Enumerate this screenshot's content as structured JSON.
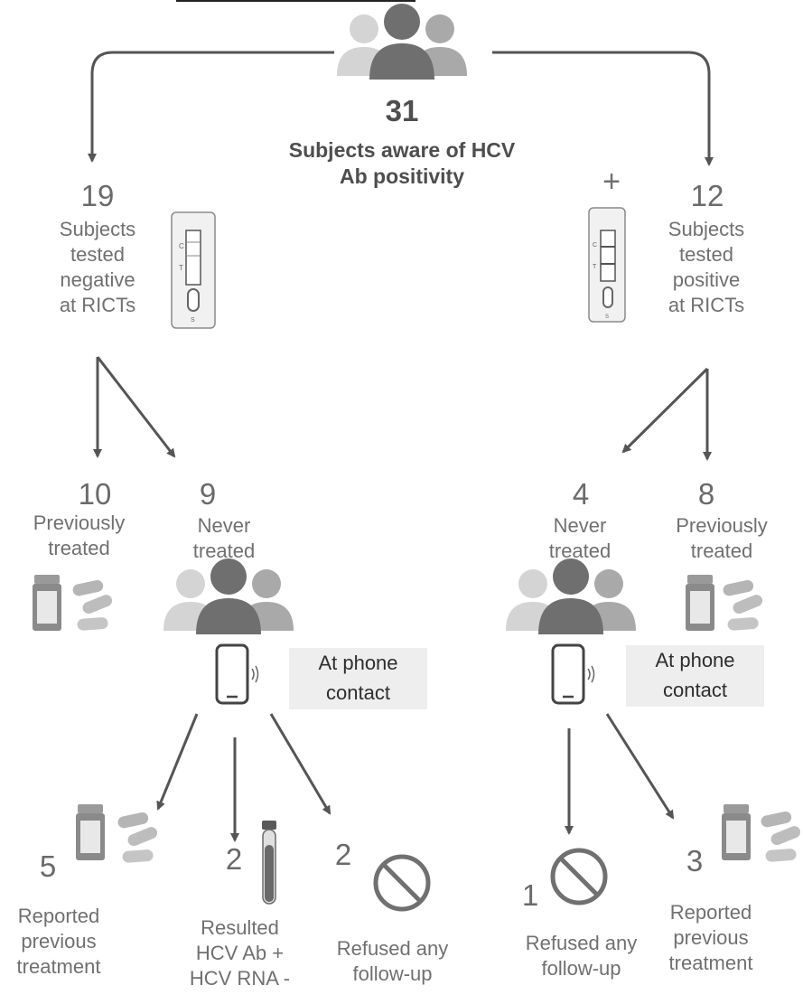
{
  "root": {
    "count": "31",
    "label_line1": "Subjects aware of HCV",
    "label_line2": "Ab positivity"
  },
  "left": {
    "count": "19",
    "label": [
      "Subjects",
      "tested",
      "negative",
      "at RICTs"
    ],
    "previously_treated": {
      "count": "10",
      "label": [
        "Previously",
        "treated"
      ]
    },
    "never_treated": {
      "count": "9",
      "label": [
        "Never",
        "treated"
      ]
    },
    "phone_contact": [
      "At phone",
      "contact"
    ],
    "outcomes": [
      {
        "count": "5",
        "label": [
          "Reported",
          "previous",
          "treatment"
        ]
      },
      {
        "count": "2",
        "label": [
          "Resulted",
          "HCV Ab +",
          "HCV RNA -"
        ]
      },
      {
        "count": "2",
        "label": [
          "Refused any",
          "follow-up"
        ]
      }
    ]
  },
  "right": {
    "plus_sign": "+",
    "count": "12",
    "label": [
      "Subjects",
      "tested",
      "positive",
      "at RICTs"
    ],
    "never_treated": {
      "count": "4",
      "label": [
        "Never",
        "treated"
      ]
    },
    "previously_treated": {
      "count": "8",
      "label": [
        "Previously",
        "treated"
      ]
    },
    "phone_contact": [
      "At phone",
      "contact"
    ],
    "outcomes": [
      {
        "count": "1",
        "label": [
          "Refused any",
          "follow-up"
        ]
      },
      {
        "count": "3",
        "label": [
          "Reported",
          "previous",
          "treatment"
        ]
      }
    ]
  },
  "test_strip_letters": {
    "control": "C",
    "test": "T",
    "sample": "S"
  },
  "colors": {
    "arrow": "#5a5a5a",
    "people_dark": "#6f6f6f",
    "people_mid": "#9c9c9c",
    "people_light": "#cfcfcf",
    "box_bg": "#eeeeee"
  },
  "icons": [
    "people-group-icon",
    "rapid-test-negative-icon",
    "rapid-test-positive-icon",
    "pill-bottle-icon",
    "capsule-icon",
    "smartphone-icon",
    "blood-tube-icon",
    "prohibited-icon"
  ]
}
